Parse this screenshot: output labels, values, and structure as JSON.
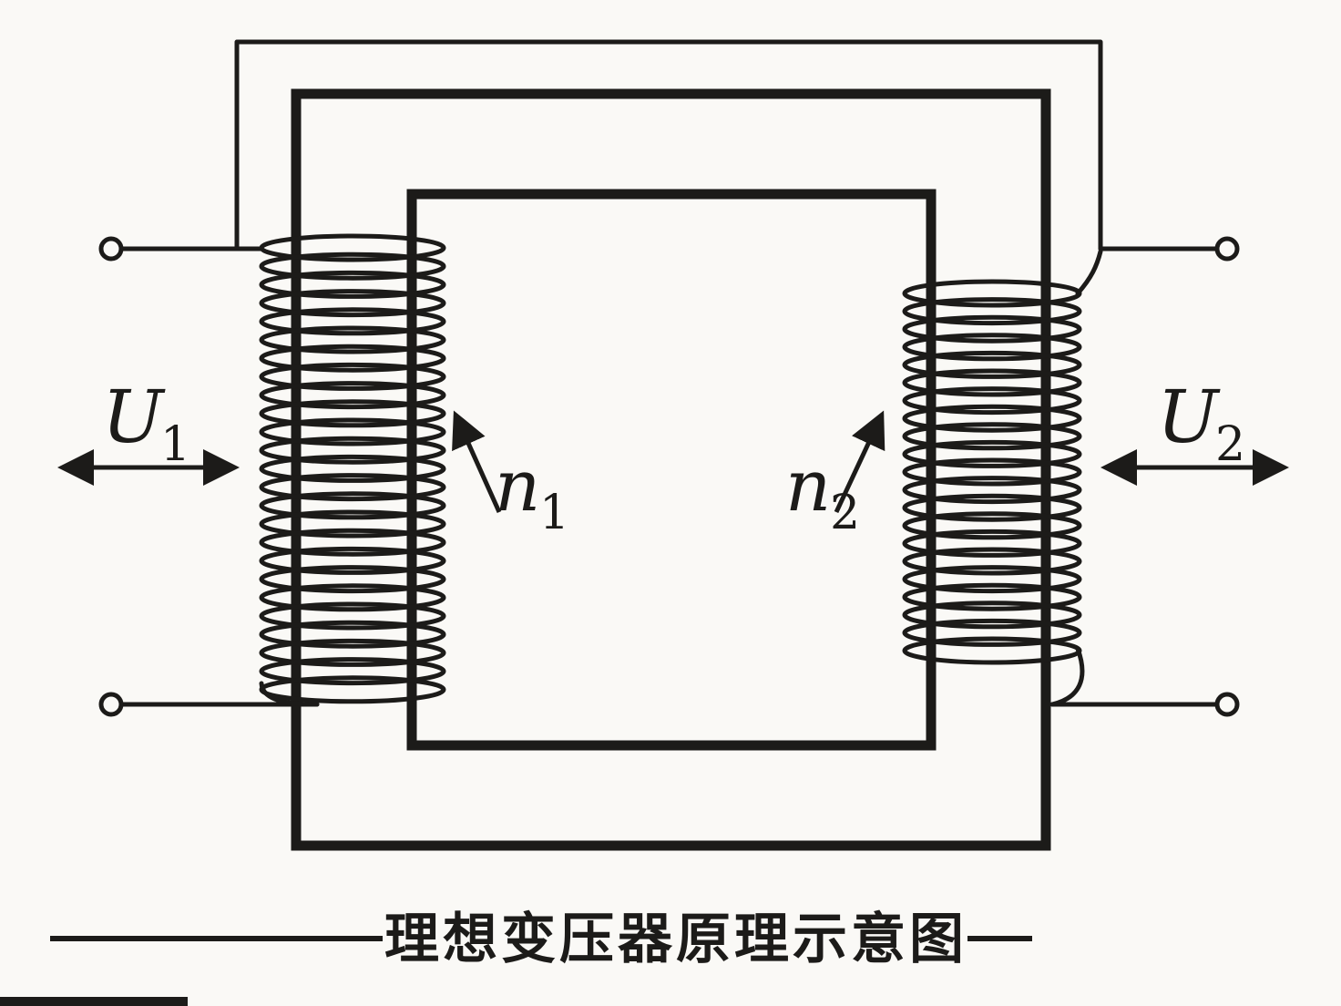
{
  "figure": {
    "caption": "理想变压器原理示意图",
    "labels": {
      "u1": {
        "base": "U",
        "sub": "1"
      },
      "u2": {
        "base": "U",
        "sub": "2"
      },
      "n1": {
        "base": "n",
        "sub": "1"
      },
      "n2": {
        "base": "n",
        "sub": "2"
      }
    },
    "colors": {
      "ink": "#1c1b19",
      "background": "#faf9f6"
    },
    "icons": {
      "terminal": "open-circle-terminal",
      "u_arrow": "double-headed-arrow",
      "n_arrow": "pointer-arrow"
    }
  }
}
